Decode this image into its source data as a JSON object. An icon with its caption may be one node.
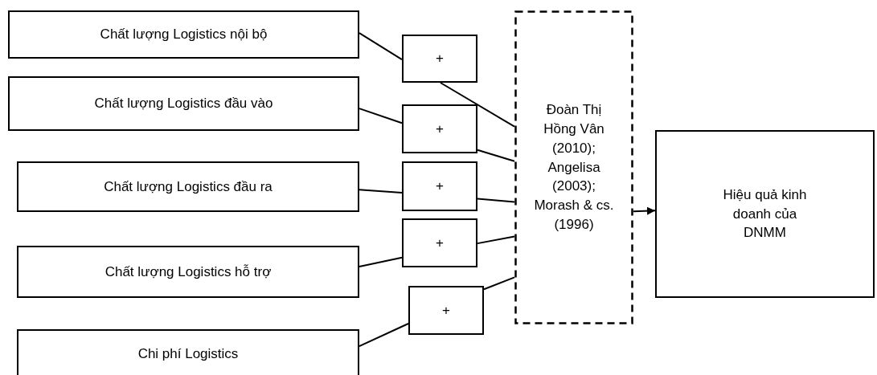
{
  "diagram": {
    "nodes": [
      {
        "text": [
          "Chất lượng Logistics nội bộ"
        ]
      },
      {
        "text": [
          "Chất lượng Logistics đầu vào"
        ]
      },
      {
        "text": [
          "Chất lượng Logistics đầu ra"
        ]
      },
      {
        "text": [
          "Chất lượng Logistics hỗ trợ"
        ]
      },
      {
        "text": [
          "Chi phí Logistics"
        ]
      },
      {
        "text": [
          "+"
        ]
      },
      {
        "text": [
          "+"
        ]
      },
      {
        "text": [
          "+"
        ]
      },
      {
        "text": [
          "+"
        ]
      },
      {
        "text": [
          "+"
        ]
      },
      {
        "text": [
          "Đoàn Thị Hồng Vân (2010); Angelisa (2003); Morash & cs. (1996)"
        ]
      },
      {
        "text": [
          "Hiệu quả kinh doanh của DNMM"
        ]
      }
    ],
    "edges": [
      {
        "from": 0,
        "to": 5,
        "arrow": "none"
      },
      {
        "from": 5,
        "to": 10,
        "arrow": "none"
      },
      {
        "from": 1,
        "to": 6,
        "arrow": "none"
      },
      {
        "from": 6,
        "to": 10,
        "arrow": "none"
      },
      {
        "from": 2,
        "to": 7,
        "arrow": "none"
      },
      {
        "from": 7,
        "to": 10,
        "arrow": "none"
      },
      {
        "from": 3,
        "to": 8,
        "arrow": "none"
      },
      {
        "from": 8,
        "to": 10,
        "arrow": "none"
      },
      {
        "from": 4,
        "to": 9,
        "arrow": "none"
      },
      {
        "from": 9,
        "to": 10,
        "arrow": "none"
      },
      {
        "from": 10,
        "to": 11,
        "arrow": "to"
      }
    ]
  }
}
